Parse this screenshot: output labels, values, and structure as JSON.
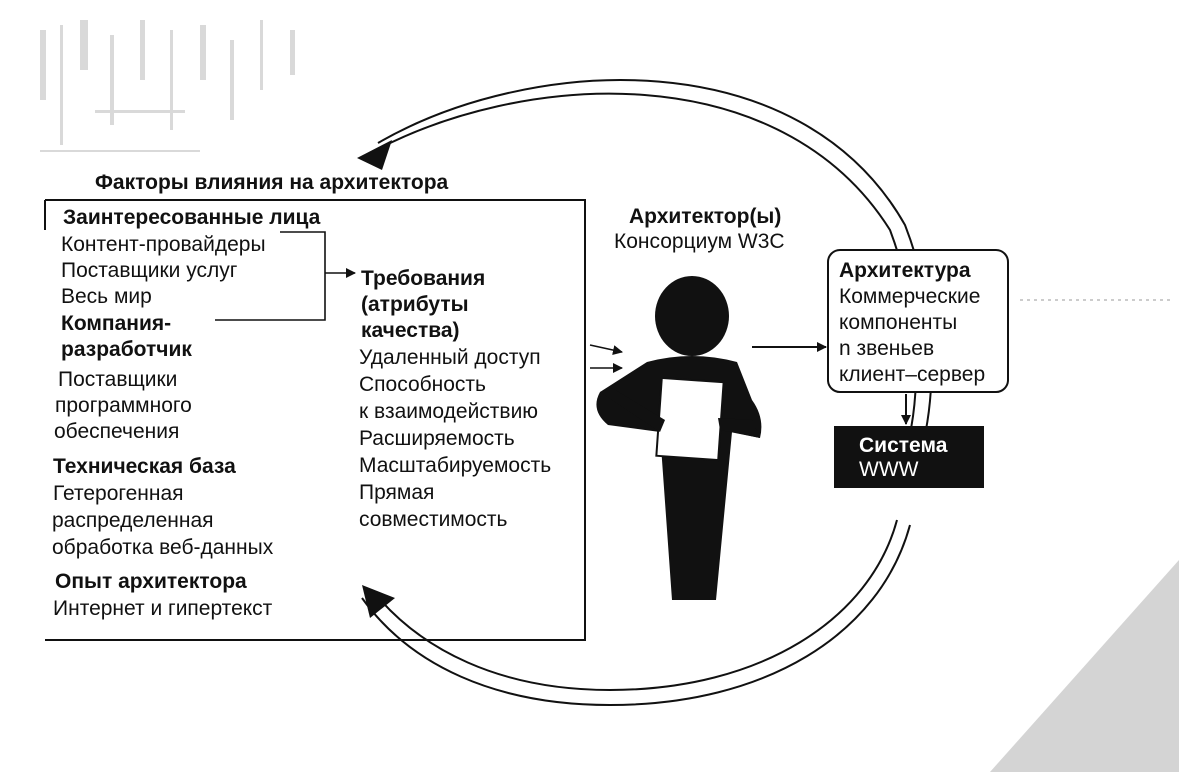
{
  "colors": {
    "ink": "#111111",
    "paper": "#ffffff",
    "system_box": "#111111",
    "system_text": "#ffffff"
  },
  "factors": {
    "title": "Факторы влияния на архитектора",
    "stakeholders": {
      "heading": "Заинтересованные лица",
      "items": [
        "Контент-провайдеры",
        "Поставщики услуг",
        "Весь мир"
      ]
    },
    "developer_company": {
      "heading": [
        "Компания-",
        "разработчик"
      ],
      "items": [
        "Поставщики",
        "программного",
        "обеспечения"
      ]
    },
    "technical_base": {
      "heading": "Техническая база",
      "items": [
        "Гетерогенная",
        "распределенная",
        "обработка веб-данных"
      ]
    },
    "architect_experience": {
      "heading": "Опыт архитектора",
      "items": [
        "Интернет и гипертекст"
      ]
    }
  },
  "requirements": {
    "heading": [
      "Требования",
      "(атрибуты",
      "качества)"
    ],
    "items": [
      "Удаленный доступ",
      "Способность",
      "к взаимодействию",
      "Расширяемость",
      "Масштабируемость",
      "Прямая",
      "совместимость"
    ]
  },
  "architect": {
    "heading": "Архитектор(ы)",
    "subtitle": "Консорциум W3C"
  },
  "architecture": {
    "heading": "Архитектура",
    "items": [
      "Коммерческие",
      "компоненты",
      "n звеньев",
      "клиент–сервер"
    ]
  },
  "system": {
    "heading": "Система",
    "subtitle": "WWW"
  },
  "icons": {
    "person": "person-icon",
    "cycle": "cycle-arrow-icon"
  }
}
